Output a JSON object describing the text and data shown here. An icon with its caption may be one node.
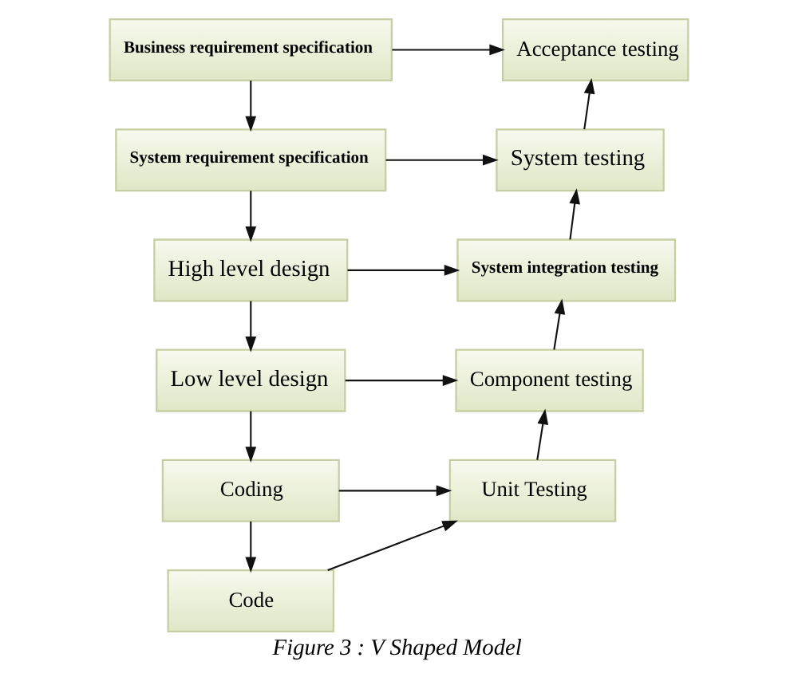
{
  "diagram": {
    "caption": "Figure 3 : V Shaped Model",
    "nodes": [
      {
        "text": [
          "Business requirement specification"
        ]
      },
      {
        "text": [
          "Acceptance testing"
        ]
      },
      {
        "text": [
          "System requirement specification"
        ]
      },
      {
        "text": [
          "System testing"
        ]
      },
      {
        "text": [
          "High level design"
        ]
      },
      {
        "text": [
          "System integration testing"
        ]
      },
      {
        "text": [
          "Low level design"
        ]
      },
      {
        "text": [
          "Component testing"
        ]
      },
      {
        "text": [
          "Coding"
        ]
      },
      {
        "text": [
          "Unit Testing"
        ]
      },
      {
        "text": [
          "Code"
        ]
      }
    ],
    "edges": [
      {
        "from": 0,
        "to": 1,
        "arrow": "to"
      },
      {
        "from": 0,
        "to": 2,
        "arrow": "to"
      },
      {
        "from": 2,
        "to": 3,
        "arrow": "to"
      },
      {
        "from": 2,
        "to": 4,
        "arrow": "to"
      },
      {
        "from": 4,
        "to": 5,
        "arrow": "to"
      },
      {
        "from": 4,
        "to": 6,
        "arrow": "to"
      },
      {
        "from": 6,
        "to": 7,
        "arrow": "to"
      },
      {
        "from": 6,
        "to": 8,
        "arrow": "to"
      },
      {
        "from": 8,
        "to": 9,
        "arrow": "to"
      },
      {
        "from": 8,
        "to": 10,
        "arrow": "to"
      },
      {
        "from": 10,
        "to": 9,
        "arrow": "to"
      },
      {
        "from": 9,
        "to": 7,
        "arrow": "to"
      },
      {
        "from": 7,
        "to": 5,
        "arrow": "to"
      },
      {
        "from": 5,
        "to": 3,
        "arrow": "to"
      },
      {
        "from": 3,
        "to": 1,
        "arrow": "to"
      }
    ]
  }
}
